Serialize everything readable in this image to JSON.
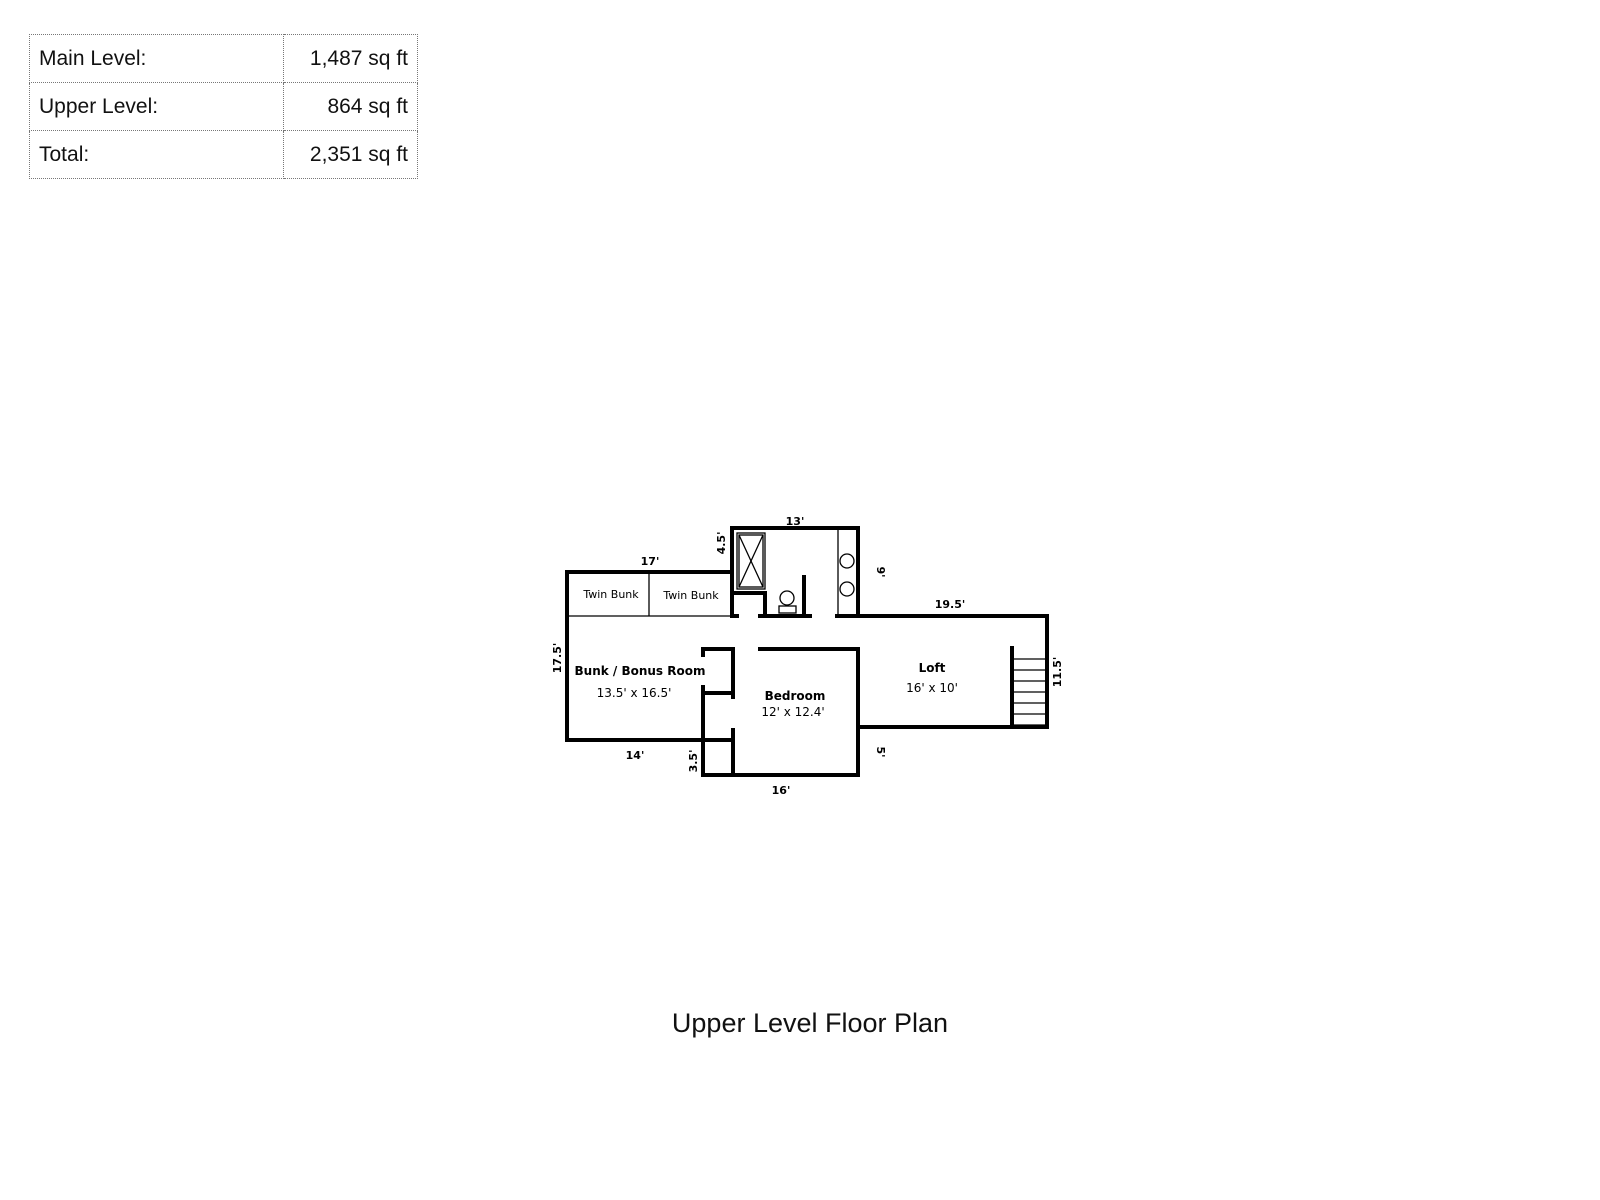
{
  "area_table": [
    {
      "label": "Main Level:",
      "value": "1,487 sq ft"
    },
    {
      "label": "Upper Level:",
      "value": "864 sq ft"
    },
    {
      "label": "Total:",
      "value": "2,351 sq ft"
    }
  ],
  "plan": {
    "rooms": {
      "bunk_name": "Bunk / Bonus Room",
      "bunk_size": "13.5' x 16.5'",
      "bedroom_name": "Bedroom",
      "bedroom_size": "12' x 12.4'",
      "loft_name": "Loft",
      "loft_size": "16' x 10'",
      "twin1": "Twin Bunk",
      "twin2": "Twin Bunk"
    },
    "dimensions": {
      "bath_top": "13'",
      "bath_left": "4.5'",
      "bunk_top": "17'",
      "bath_right": "9'",
      "loft_top": "19.5'",
      "bunk_left": "17.5'",
      "loft_right": "11.5'",
      "bunk_bottom": "14'",
      "closet_left": "3.5'",
      "bedroom_right": "5'",
      "bedroom_bottom": "16'"
    }
  },
  "title": "Upper Level Floor Plan"
}
